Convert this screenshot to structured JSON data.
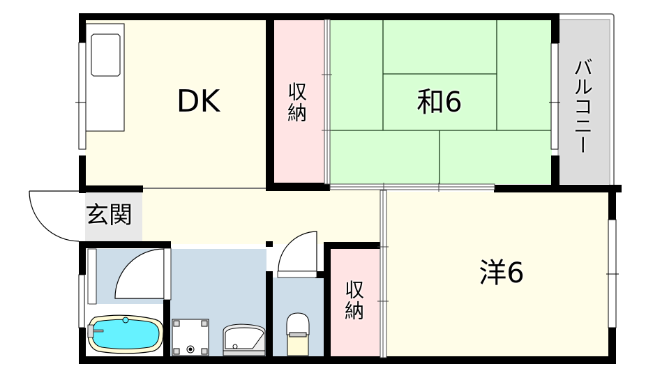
{
  "floor_plan": {
    "colors": {
      "wall": "#000000",
      "dk_floor": "#fffde8",
      "storage_floor": "#ffe4e4",
      "washitsu_floor": "#d8ffd4",
      "balcony_floor": "#dcdcdc",
      "genkan_floor": "#e8e8e8",
      "wet_area_floor": "#cddde9",
      "bathtub_water": "#66f2ff"
    },
    "rooms": {
      "dk": {
        "label": "DK"
      },
      "storage_top": {
        "label": "収納"
      },
      "washitsu": {
        "label": "和6"
      },
      "balcony": {
        "label": "バルコニー"
      },
      "genkan": {
        "label": "玄関"
      },
      "youshitsu": {
        "label": "洋6"
      },
      "storage_bottom": {
        "label": "収納"
      }
    }
  }
}
